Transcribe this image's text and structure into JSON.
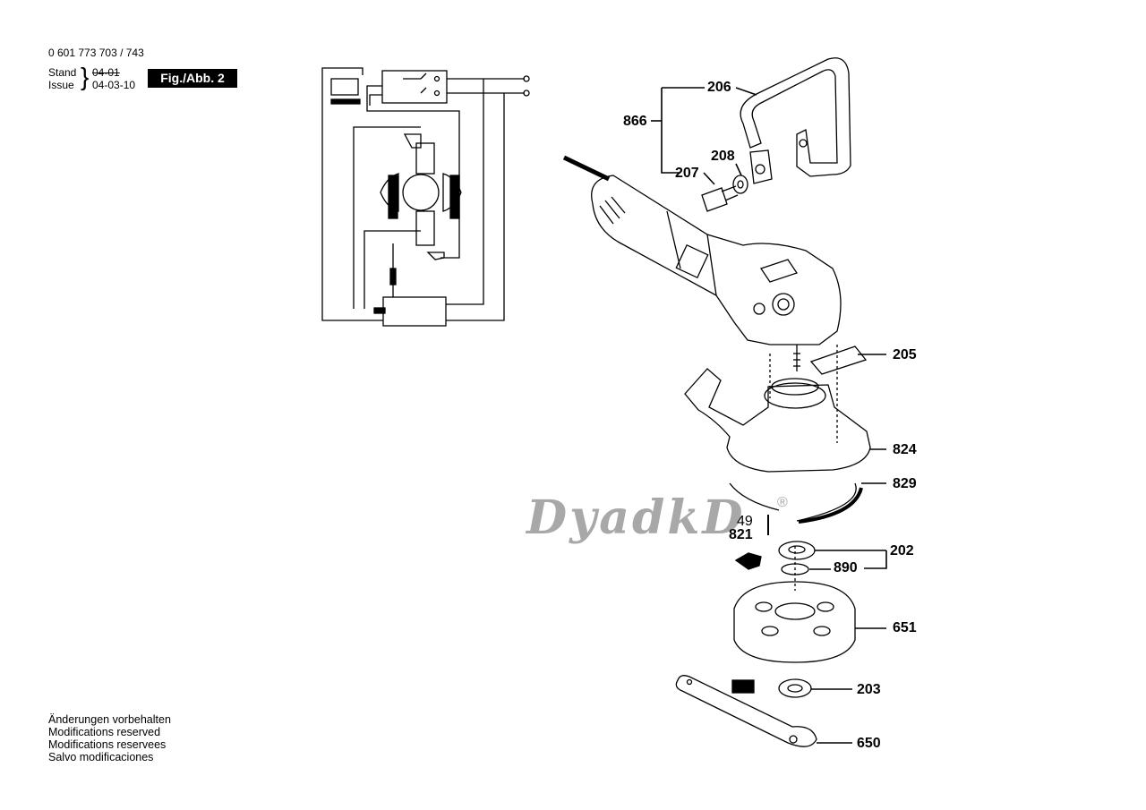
{
  "header": {
    "part_number": "0 601 773 703 / 743",
    "stand_label": "Stand",
    "issue_label": "Issue",
    "old_date": "04-01",
    "new_date": "04-03-10",
    "figure_label": "Fig./Abb. 2"
  },
  "parts": {
    "p206": "206",
    "p866": "866",
    "p208": "208",
    "p207": "207",
    "p205": "205",
    "p824": "824",
    "p829": "829",
    "p49": "49",
    "p821": "821",
    "p202": "202",
    "p890": "890",
    "p651": "651",
    "p203": "203",
    "p650": "650"
  },
  "watermark": {
    "text": "DyadkD",
    "registered": "®"
  },
  "notes": [
    "Änderungen vorbehalten",
    "Modifications reserved",
    "Modifications reservees",
    "Salvo modificaciones"
  ]
}
